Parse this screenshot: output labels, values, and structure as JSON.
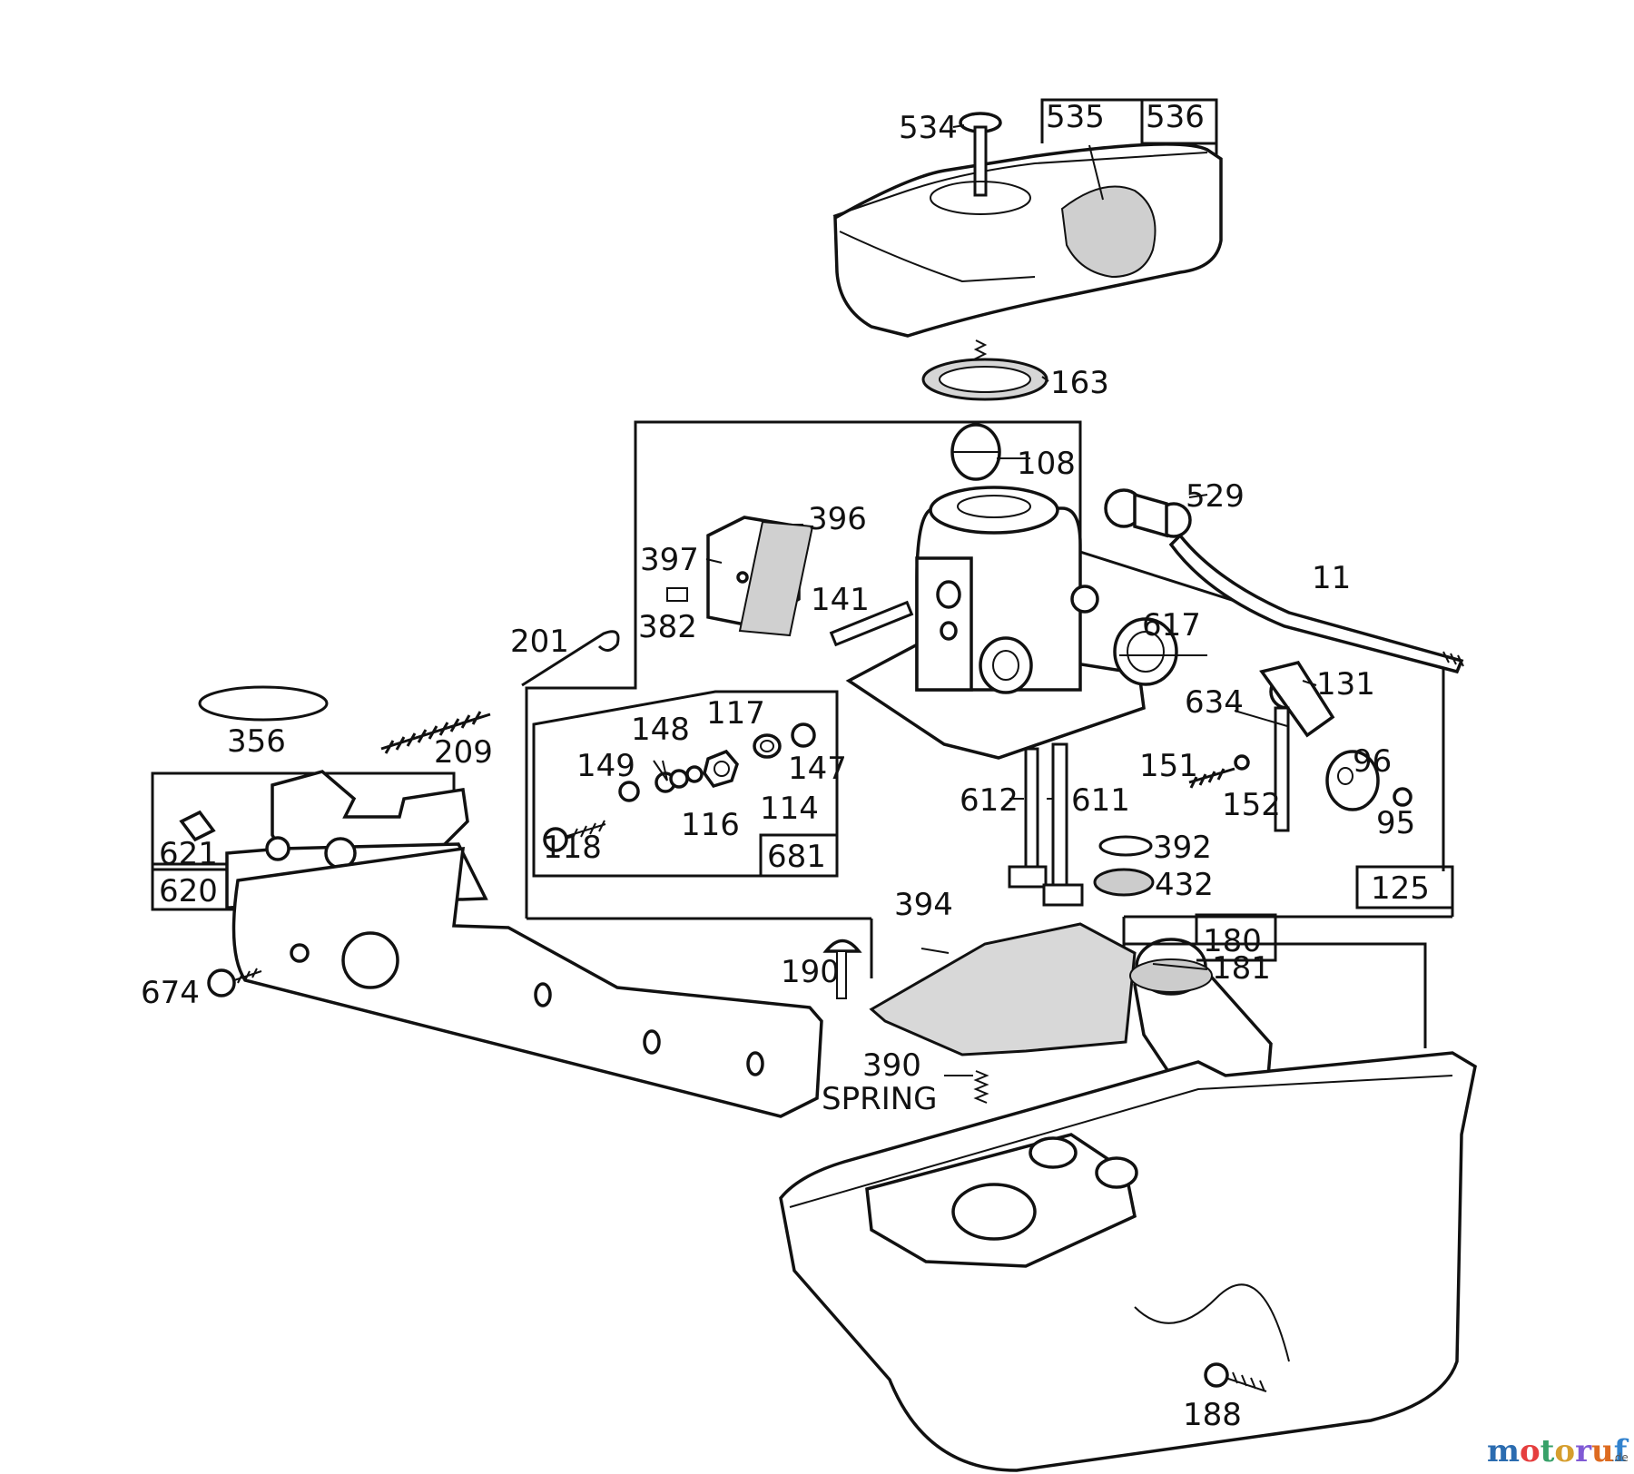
{
  "labels": {
    "p534": "534",
    "p535": "535",
    "p536": "536",
    "p163": "163",
    "p108": "108",
    "p529": "529",
    "p396": "396",
    "p397": "397",
    "p11": "11",
    "p141": "141",
    "p201": "201",
    "p382": "382",
    "p617": "617",
    "p131": "131",
    "p634": "634",
    "p356": "356",
    "p209": "209",
    "p148": "148",
    "p117": "117",
    "p149": "149",
    "p147": "147",
    "p118": "118",
    "p116": "116",
    "p114": "114",
    "p681": "681",
    "p612": "612",
    "p611": "611",
    "p151": "151",
    "p152": "152",
    "p96": "96",
    "p95": "95",
    "p621": "621",
    "p620": "620",
    "p392": "392",
    "p432": "432",
    "p125": "125",
    "p394": "394",
    "p181": "181",
    "p180": "180",
    "p190": "190",
    "p674": "674",
    "p390": "390",
    "spring": "SPRING",
    "p188": "188"
  },
  "watermark": {
    "brand": "motoruf",
    "suffix": ".de",
    "colors": [
      "#2b6cb0",
      "#e53e3e",
      "#38a169",
      "#d69e2e",
      "#805ad5",
      "#dd6b20",
      "#3182ce"
    ]
  }
}
